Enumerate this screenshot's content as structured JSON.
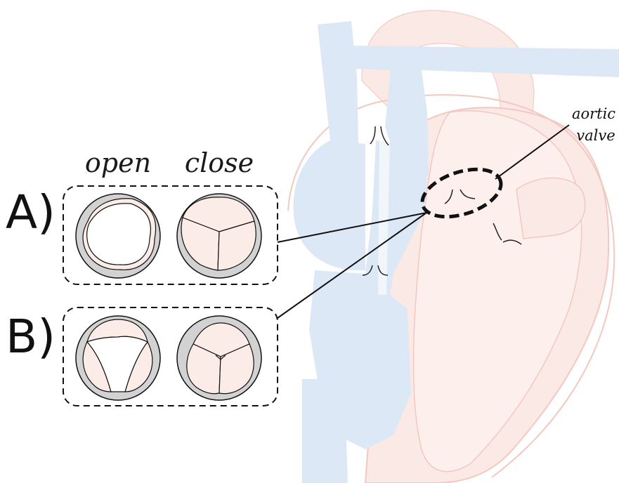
{
  "labels": {
    "open": "open",
    "close": "close",
    "row_a": "A)",
    "row_b": "B)",
    "aortic_line1": "aortic",
    "aortic_line2": "valve"
  },
  "colors": {
    "blue_vessel": "#dce8f5",
    "red_vessel": "#fbe9e6",
    "red_outline": "#f3c8c0",
    "leaflet": "#fbece8",
    "ring": "#d2d2d2",
    "stroke": "#111111"
  }
}
